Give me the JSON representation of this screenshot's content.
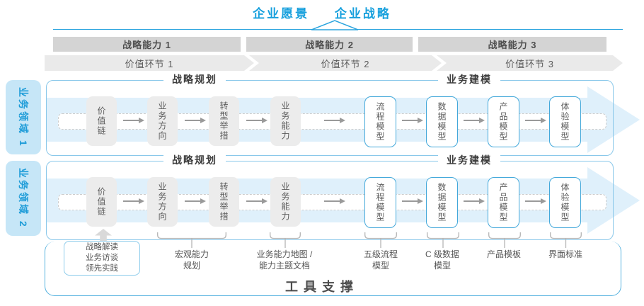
{
  "header": {
    "vision": "企业愿景",
    "strategy": "企业战略"
  },
  "capabilities": [
    "战略能力 1",
    "战略能力 2",
    "战略能力 3"
  ],
  "value_links": [
    "价值环节 1",
    "价值环节 2",
    "价值环节 3"
  ],
  "domains": [
    "业务领域 1",
    "业务领域 2"
  ],
  "rows": [
    {
      "planning_title": "战略规划",
      "modeling_title": "业务建模",
      "gray_boxes": [
        "价值链",
        "业务方向",
        "转型举措",
        "业务能力"
      ],
      "blue_boxes": [
        "流程模型",
        "数据模型",
        "产品模型",
        "体验模型"
      ]
    },
    {
      "planning_title": "战略规划",
      "modeling_title": "业务建模",
      "gray_boxes": [
        "价值链",
        "业务方向",
        "转型举措",
        "业务能力"
      ],
      "blue_boxes": [
        "流程模型",
        "数据模型",
        "产品模型",
        "体验模型"
      ]
    }
  ],
  "bottom": {
    "practice_box": [
      "战略解读",
      "业务访谈",
      "领先实践"
    ],
    "labels": [
      {
        "lines": [
          "宏观能力",
          "规划"
        ]
      },
      {
        "lines": [
          "业务能力地图 /",
          "能力主题文档"
        ]
      },
      {
        "lines": [
          "五级流程",
          "模型"
        ]
      },
      {
        "lines": [
          "C 级数据",
          "模型"
        ]
      },
      {
        "lines": [
          "产品模板"
        ]
      },
      {
        "lines": [
          "界面标准"
        ]
      }
    ],
    "tool_support": "工具支撑"
  },
  "colors": {
    "accent_blue": "#17A0DD",
    "lane_border": "#8AC8EA",
    "band_fill": "#DFF0FB",
    "domain_fill": "#C6E6F7",
    "capability_band": "#D4D4D4",
    "value_band": "#EAEAEA",
    "node_gray": "#ECECEC",
    "node_blue_border": "#43A8DA"
  }
}
